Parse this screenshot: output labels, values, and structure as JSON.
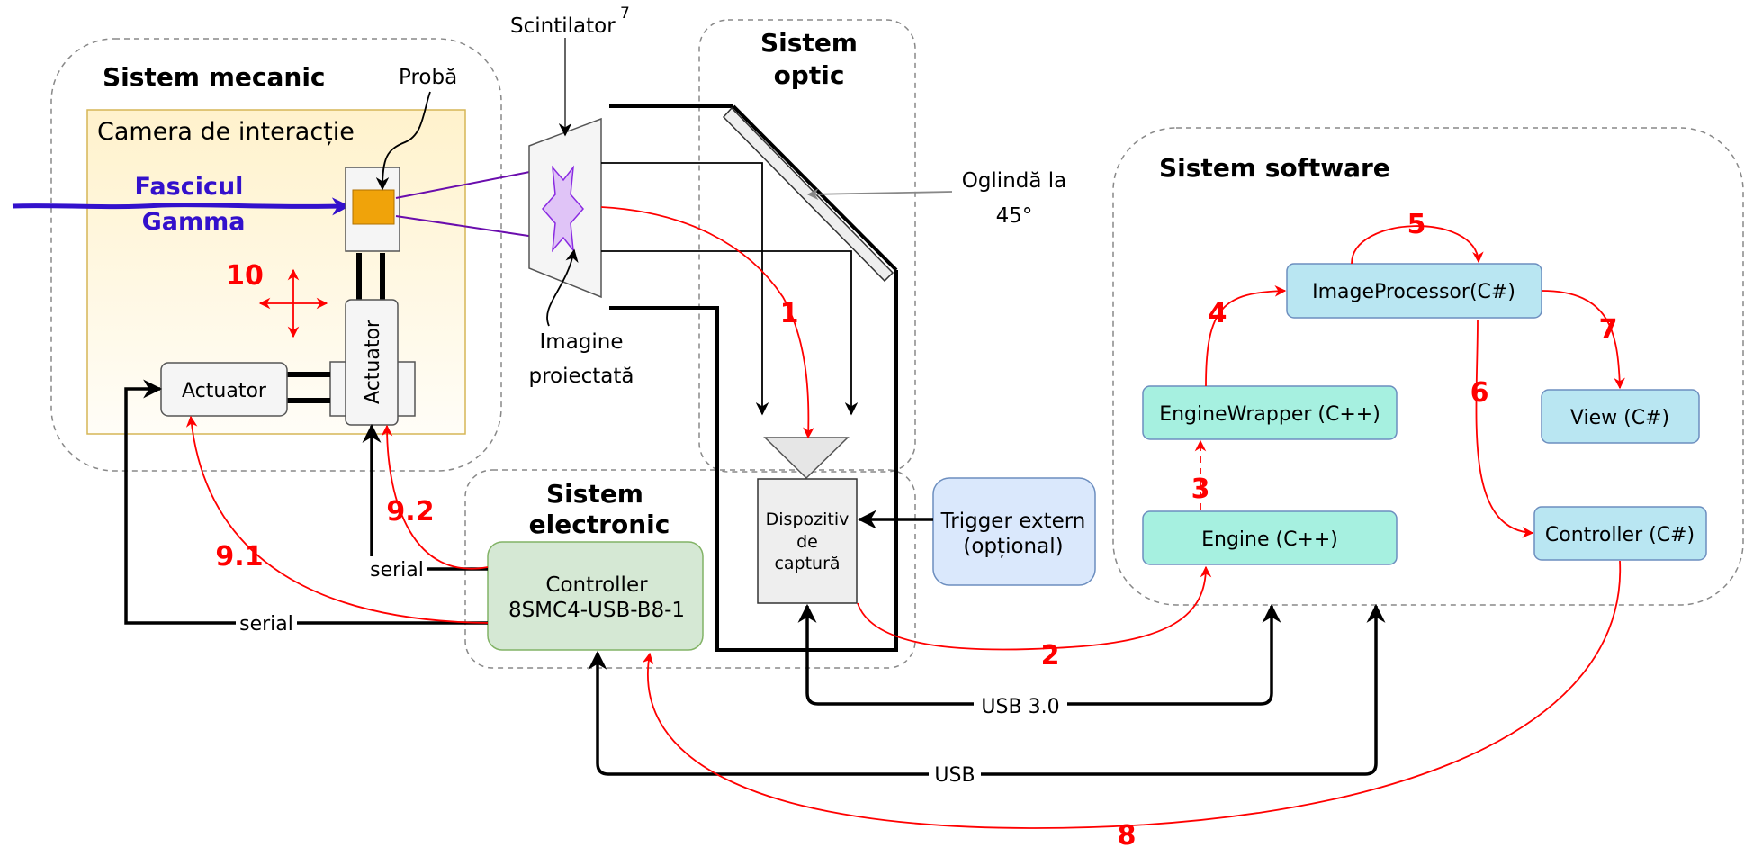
{
  "groups": {
    "mechanical": "Sistem mecanic",
    "optical_1": "Sistem",
    "optical_2": "optic",
    "software": "Sistem software",
    "electronic_1": "Sistem",
    "electronic_2": "electronic"
  },
  "labels": {
    "chamber": "Camera de interacție",
    "sample": "Probă",
    "scintillator": "Scintilator",
    "scintillator_sup": "7",
    "beam_1": "Fascicul",
    "beam_2": "Gamma",
    "mirror_1": "Oglindă la",
    "mirror_2": "45°",
    "projected_1": "Imagine",
    "projected_2": "proiectată",
    "actuator_h": "Actuator",
    "actuator_v": "Actuator",
    "capture_1": "Dispozitiv",
    "capture_2": "de",
    "capture_3": "captură",
    "trigger_1": "Trigger extern",
    "trigger_2": "(opțional)",
    "controller_hw_1": "Controller",
    "controller_hw_2": "8SMC4-USB-B8-1",
    "serial_1": "serial",
    "serial_2": "serial",
    "usb3": "USB 3.0",
    "usb": "USB"
  },
  "software": {
    "image_processor": "ImageProcessor(C#)",
    "engine_wrapper": "EngineWrapper (C++)",
    "engine": "Engine (C++)",
    "view": "View (C#)",
    "controller": "Controller (C#)"
  },
  "steps": {
    "s1": "1",
    "s2": "2",
    "s3": "3",
    "s4": "4",
    "s5": "5",
    "s6": "6",
    "s7": "7",
    "s8": "8",
    "s91": "9.1",
    "s92": "9.2",
    "s10": "10"
  },
  "colors": {
    "flow": "#ff0000",
    "beam": "#3311cc",
    "chamber_fill": "#fff2cc",
    "chamber_border": "#d6b656",
    "sample_fill": "#f0a30a",
    "green_box": "#d5e8d4",
    "blue_box": "#dae8fc",
    "teal_box": "#a6f0e0",
    "cyan_box": "#b9e6f2"
  }
}
